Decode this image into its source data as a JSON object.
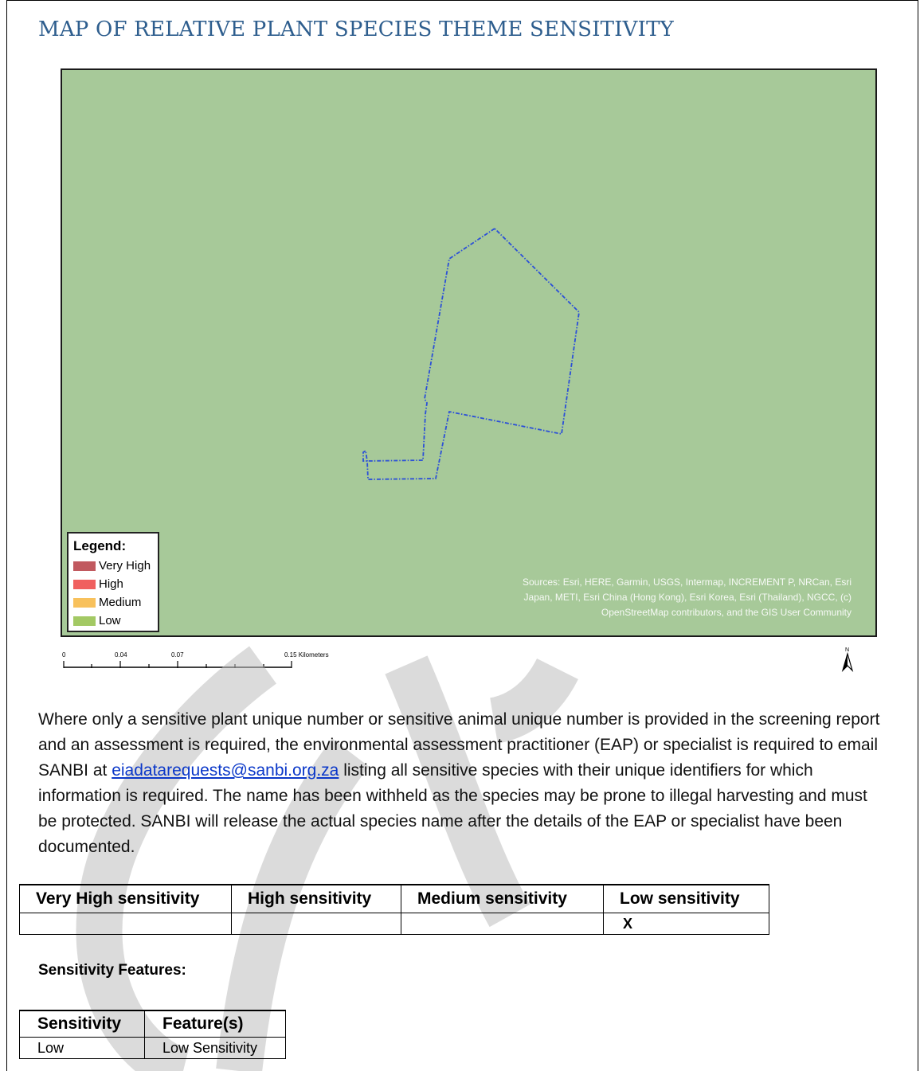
{
  "page": {
    "title": "MAP OF RELATIVE PLANT SPECIES THEME SENSITIVITY"
  },
  "map": {
    "background_color": "#a7c999",
    "boundary_color": "#2b4fd8",
    "legend": {
      "title": "Legend:",
      "items": [
        {
          "label": "Very High",
          "color": "#c1595f"
        },
        {
          "label": "High",
          "color": "#f0605f"
        },
        {
          "label": "Medium",
          "color": "#f8c15c"
        },
        {
          "label": "Low",
          "color": "#a3c964"
        }
      ]
    },
    "attribution": [
      "Sources: Esri, HERE, Garmin, USGS, Intermap, INCREMENT P, NRCan, Esri",
      "Japan, METI, Esri China (Hong Kong), Esri Korea, Esri (Thailand), NGCC, (c)",
      "OpenStreetMap contributors, and the GIS User Community"
    ],
    "scale": {
      "labels": [
        "0",
        "0.04",
        "0.07",
        "0.15 Kilometers"
      ]
    },
    "north_label": "N"
  },
  "body": {
    "para_before": "Where only a sensitive plant unique number or sensitive animal unique number is provided in the screening report and an assessment is required, the environmental assessment practitioner (EAP) or specialist is required to email SANBI at ",
    "email": "eiadatarequests@sanbi.org.za",
    "para_after": " listing all sensitive species with their unique identifiers for which information is required. The name has been withheld as the species may be prone to illegal harvesting and must be protected. SANBI will release the actual species name after the details of the EAP or specialist have been documented."
  },
  "sensitivity_table": {
    "headers": [
      "Very High sensitivity",
      "High sensitivity",
      "Medium sensitivity",
      "Low sensitivity"
    ],
    "row": [
      "",
      "",
      "",
      "X"
    ]
  },
  "features": {
    "heading": "Sensitivity Features:",
    "headers": [
      "Sensitivity",
      "Feature(s)"
    ],
    "rows": [
      [
        "Low",
        "Low Sensitivity"
      ]
    ]
  }
}
